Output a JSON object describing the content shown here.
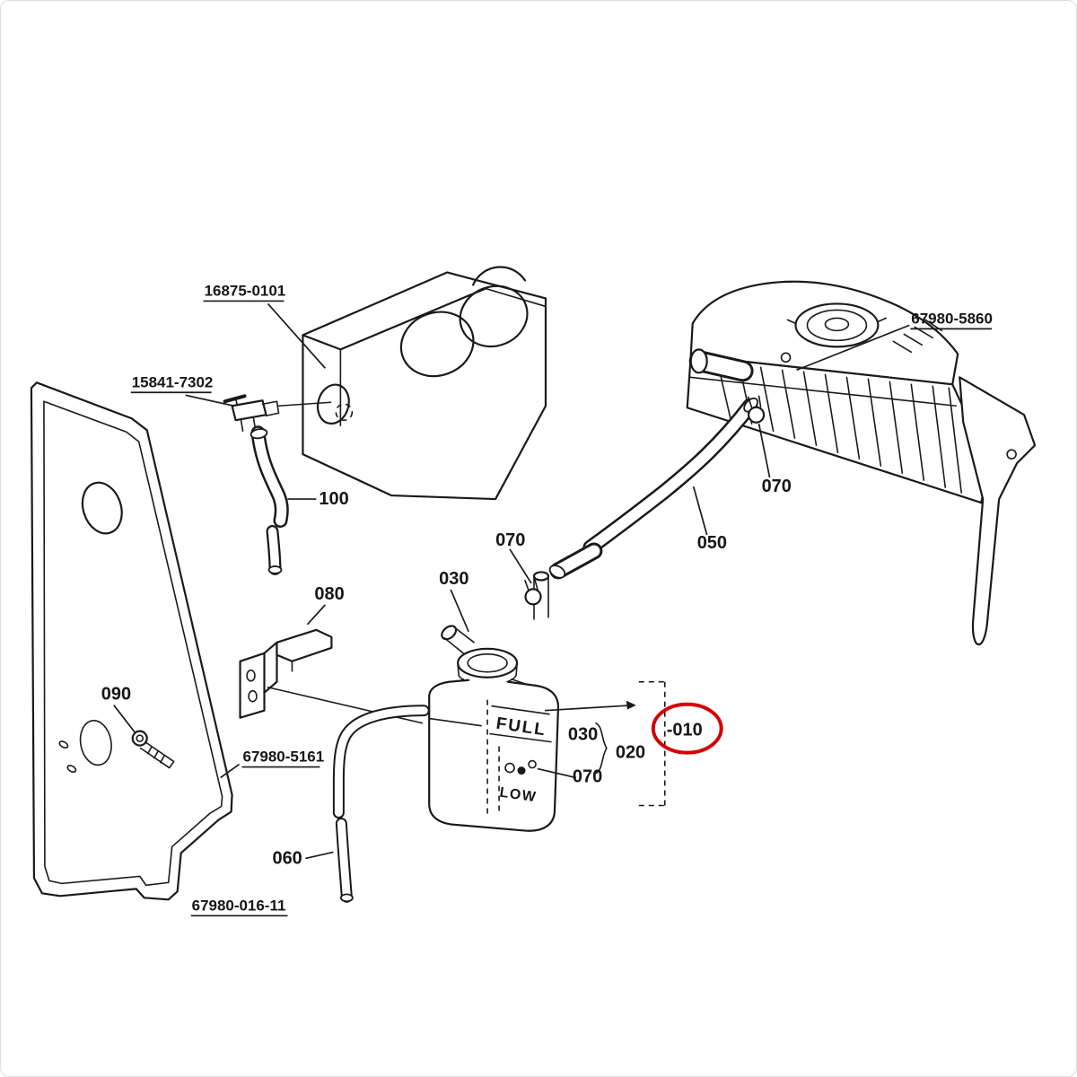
{
  "diagram": {
    "type": "exploded-parts-diagram",
    "subject": "coolant-recovery-tank-assembly",
    "background": "#ffffff",
    "line_color": "#1a1a1a",
    "highlight_color": "#d40000",
    "labels": {
      "part_16875_0101": "16875-0101",
      "part_15841_7302": "15841-7302",
      "part_67980_5860": "67980-5860",
      "part_67980_5161": "67980-5161",
      "figure_67980_016_11": "67980-016-11",
      "ref_100": "100",
      "ref_070_radiator": "070",
      "ref_050": "050",
      "ref_070_hose": "070",
      "ref_030_cap": "030",
      "ref_080": "080",
      "ref_090": "090",
      "ref_030_group": "030",
      "ref_020": "020",
      "ref_070_group": "070",
      "ref_010_highlight": "-010",
      "ref_060": "060",
      "tank_full_marking": "FULL",
      "tank_low_marking": "LOW"
    }
  }
}
